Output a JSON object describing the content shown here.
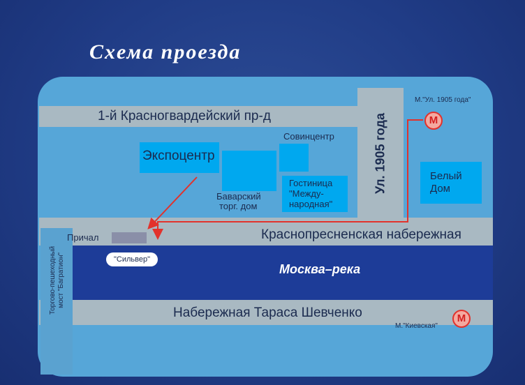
{
  "title": "Схема проезда",
  "streets": {
    "top": "1-й Красногвардейский пр-д",
    "vertical": "Ул. 1905 года",
    "embankment": "Краснопресненская набережная",
    "bottom": "Набережная Тараса Шевченко"
  },
  "river": "Москва–река",
  "bridge": [
    "Торгово-пешеходный",
    "мост \"Багратион\""
  ],
  "berth": "Причал",
  "boat": "\"Сильвер\"",
  "buildings": {
    "expocentre": "Экспоцентр",
    "bavarian": [
      "Баварский",
      "торг. дом"
    ],
    "sovincentre": "Совинцентр",
    "hotel": [
      "Гостиница",
      "\"Между-",
      "народная\""
    ],
    "white_house": [
      "Белый",
      "Дом"
    ]
  },
  "metro": {
    "symbol": "М",
    "north": "М.\"Ул. 1905 года\"",
    "south": "М.\"Киевская\""
  },
  "colors": {
    "background": "#203c86",
    "map_panel": "#56a6d8",
    "road": "#a9b9c2",
    "river": "#1d3c98",
    "building": "#00a8ef",
    "route": "#e2322c"
  }
}
